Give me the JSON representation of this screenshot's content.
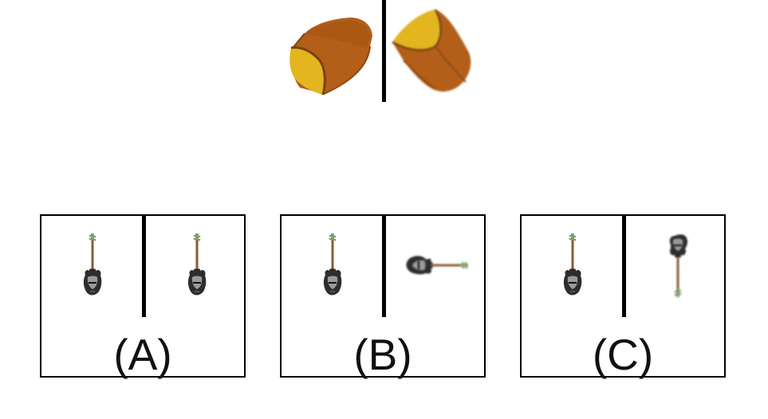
{
  "prompt": {
    "left_object_icon": "bread-loaf-icon",
    "right_object_icon": "bread-loaf-rotated-icon",
    "bread_color": "#b35f1a",
    "crust_color": "#9a4f16",
    "crumb_color": "#e3b51f"
  },
  "options": [
    {
      "label": "(A)",
      "left_icon": "bass-guitar-icon",
      "right_icon": "bass-guitar-icon"
    },
    {
      "label": "(B)",
      "left_icon": "bass-guitar-icon",
      "right_icon": "bass-guitar-rotated-icon"
    },
    {
      "label": "(C)",
      "left_icon": "bass-guitar-icon",
      "right_icon": "bass-guitar-upside-down-icon"
    }
  ]
}
